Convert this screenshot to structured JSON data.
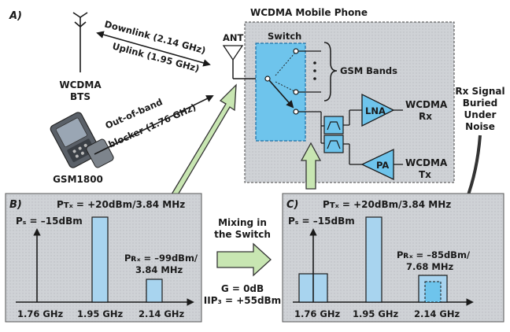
{
  "panel_a": {
    "label": "A)",
    "bts": {
      "line1": "WCDMA",
      "line2": "BTS"
    },
    "downlink": "Downlink (2.14 GHz)",
    "uplink": "Uplink (1.95 GHz)",
    "blocker": {
      "line1": "Out-of-band",
      "line2": "blocker (1.76 GHz)"
    },
    "gsm_phone": "GSM1800"
  },
  "phone": {
    "title": "WCDMA Mobile Phone",
    "ant": "ANT",
    "switch": "Switch",
    "gsm_bands": "GSM Bands",
    "lna": "LNA",
    "pa": "PA",
    "rx": {
      "line1": "WCDMA",
      "line2": "Rx"
    },
    "tx": {
      "line1": "WCDMA",
      "line2": "Tx"
    }
  },
  "rx_note": {
    "line1": "Rx Signal",
    "line2": "Buried",
    "line3": "Under",
    "line4": "Noise"
  },
  "mixing": {
    "line1": "Mixing in",
    "line2": "the Switch",
    "gain": "G = 0dB",
    "iip3": "IIP₃ = +55dBm"
  },
  "panel_b": {
    "label": "B)",
    "ptx": "Pᴛₓ = +20dBm/3.84 MHz",
    "ps": "Pₛ = –15dBm",
    "prx_line1": "Pʀₓ = –99dBm/",
    "prx_line2": "3.84 MHz",
    "ticks": [
      "1.76 GHz",
      "1.95 GHz",
      "2.14 GHz"
    ]
  },
  "panel_c": {
    "label": "C)",
    "ptx": "Pᴛₓ = +20dBm/3.84 MHz",
    "ps": "Pₛ = –15dBm",
    "prx_line1": "Pʀₓ = –85dBm/",
    "prx_line2": "7.68 MHz",
    "ticks": [
      "1.76 GHz",
      "1.95 GHz",
      "2.14 GHz"
    ]
  }
}
